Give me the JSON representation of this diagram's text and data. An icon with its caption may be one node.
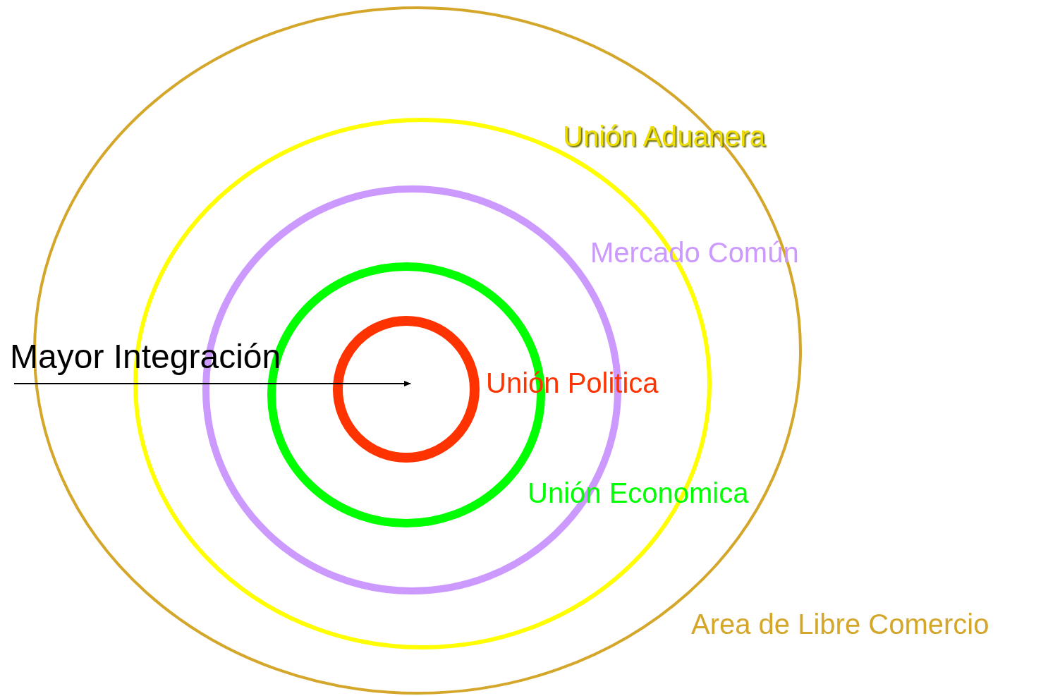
{
  "diagram": {
    "nodes": [
      {
        "text": [
          "Area de Libre Comercio"
        ]
      },
      {
        "text": [
          "Unión Aduanera"
        ],
        "in": 0
      },
      {
        "text": [
          "Mercado Común"
        ],
        "in": 1
      },
      {
        "text": [
          "Unión Economica"
        ],
        "in": 2
      },
      {
        "text": [
          "Unión Politica"
        ],
        "in": 3
      }
    ],
    "labels": [
      "Mayor Integración"
    ]
  }
}
